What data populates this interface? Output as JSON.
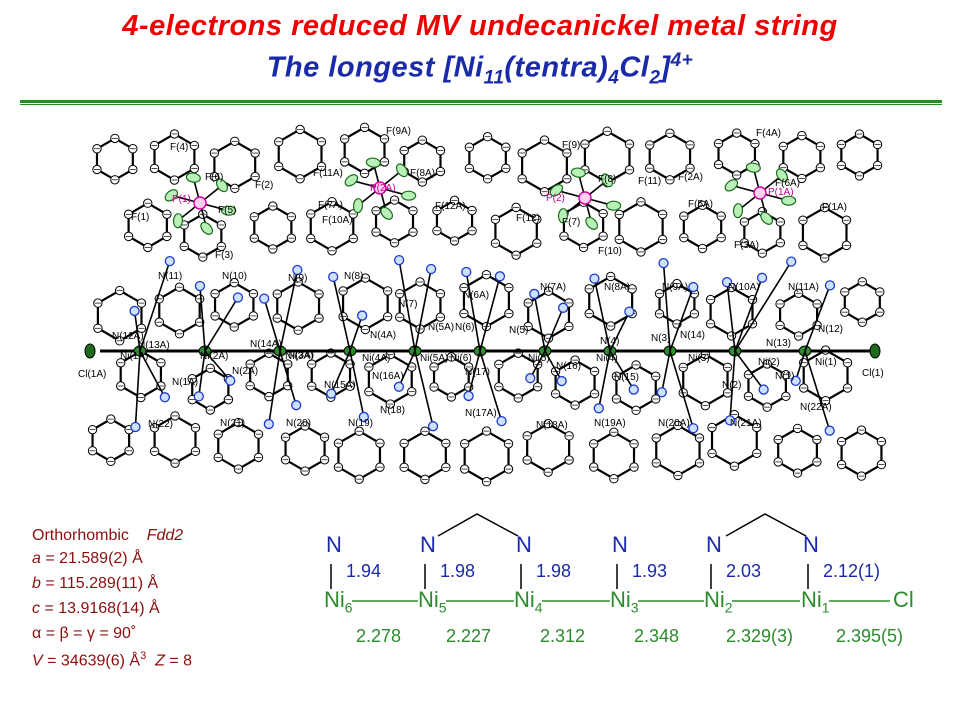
{
  "header": {
    "title_line1": "4-electrons reduced MV undecanickel metal string",
    "title_line2_pre": "The longest [Ni",
    "title_line2_sub1": "11",
    "title_line2_mid": "(tentra)",
    "title_line2_sub2": "4",
    "title_line2_cl": "Cl",
    "title_line2_sub3": "2",
    "title_line2_post": "]",
    "title_line2_sup": "4+",
    "colors": {
      "title1": "#ee0000",
      "title2": "#1a2aa8",
      "rule": "#1f8f1f"
    }
  },
  "structure_labels": {
    "fluorines": [
      "F(4)",
      "F(6)",
      "F(2)",
      "F(5)",
      "F(1)",
      "F(3)",
      "F(9A)",
      "F(8A)",
      "F(11A)",
      "F(7A)",
      "F(12A)",
      "F(10A)",
      "F(9)",
      "F(8)",
      "F(11)",
      "F(12)",
      "F(7)",
      "F(10)",
      "F(4A)",
      "F(2A)",
      "F(6A)",
      "F(5A)",
      "F(1A)",
      "F(3A)"
    ],
    "phosphorus": [
      "P(1)",
      "P(2A)",
      "P(2)",
      "P(1A)"
    ],
    "nitrogens": [
      "N(11)",
      "N(10)",
      "N(9)",
      "N(8)",
      "N(7)",
      "N(6A)",
      "N(7A)",
      "N(8A)",
      "N(9A)",
      "N(10A)",
      "N(11A)",
      "N(12A)",
      "N(13A)",
      "N(14A)",
      "N(3A)",
      "N(4A)",
      "N(5A)",
      "N(6)",
      "N(5)",
      "N(4)",
      "N(3)",
      "N(14)",
      "N(13)",
      "N(12)",
      "N(1A)",
      "N(2A)",
      "N(15A)",
      "N(16A)",
      "N(17)",
      "N(16)",
      "N(15)",
      "N(2)",
      "N(1)",
      "N(22)",
      "N(21)",
      "N(20)",
      "N(19)",
      "N(18)",
      "N(17A)",
      "N(18A)",
      "N(19A)",
      "N(20A)",
      "N(21A)",
      "N(22A)"
    ],
    "metals": [
      "Ni(1A)",
      "Ni(2A)",
      "Ni(3A)",
      "Ni(4A)",
      "Ni(5A)",
      "Ni(6)",
      "Ni(5)",
      "Ni(4)",
      "Ni(3)",
      "Ni(2)",
      "Ni(1)"
    ],
    "chlorines": [
      "Cl(1A)",
      "Cl(1)"
    ]
  },
  "crystal": {
    "system": "Orthorhombic",
    "space_group": "Fdd2",
    "a_var": "a",
    "a_val": " = 21.589(2) Å",
    "b_var": "b",
    "b_val": " = 115.289(11) Å",
    "c_var": "c",
    "c_val": " = 13.9168(14) Å",
    "angles": "α =  β = γ  = 90˚",
    "v_var": "V",
    "v_val": " = 34639(6) Å",
    "v_sup": "3",
    "z_var": "Z",
    "z_val": " = 8",
    "color": "#8b0f0f"
  },
  "schematic": {
    "n_label": "N",
    "nickels": [
      {
        "el": "Ni",
        "sub": "6"
      },
      {
        "el": "Ni",
        "sub": "5"
      },
      {
        "el": "Ni",
        "sub": "4"
      },
      {
        "el": "Ni",
        "sub": "3"
      },
      {
        "el": "Ni",
        "sub": "2"
      },
      {
        "el": "Ni",
        "sub": "1"
      }
    ],
    "terminal": "Cl",
    "ni_n_distances": [
      "1.94",
      "1.98",
      "1.98",
      "1.93",
      "2.03",
      "2.12(1)"
    ],
    "ni_ni_distances": [
      "2.278",
      "2.227",
      "2.312",
      "2.348",
      "2.329(3)",
      "2.395(5)"
    ],
    "colors": {
      "n": "#1a2aa8",
      "ni": "#2b8c2b"
    }
  }
}
